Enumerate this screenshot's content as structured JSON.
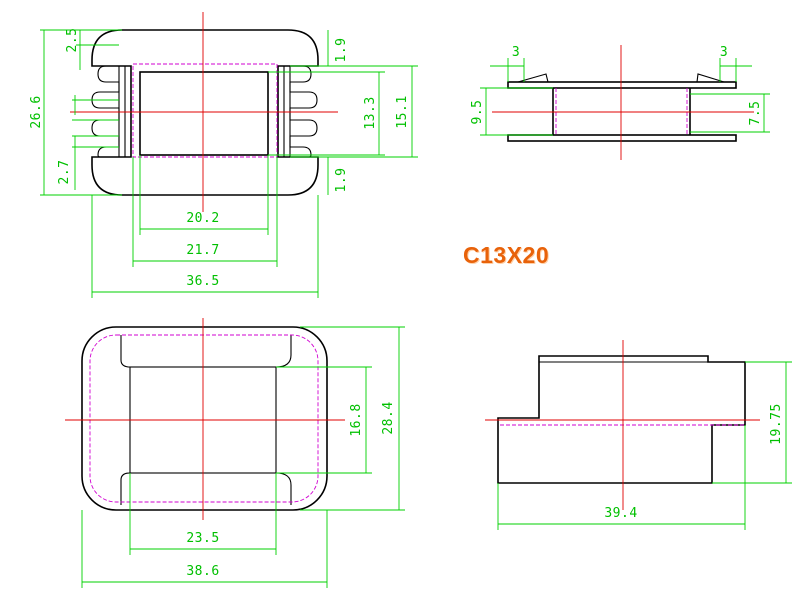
{
  "title": "C13X20",
  "colors": {
    "outline": "#000000",
    "centerline": "#e00000",
    "hidden_line": "#d100d1",
    "dimension": "#00c000",
    "title": "#e8620a"
  },
  "views": {
    "top_left": {
      "dims": {
        "height_overall": "26.6",
        "top_gap": "2.5",
        "slot_gap": "2.7",
        "inner_width": "20.2",
        "mid_width": "21.7",
        "overall_width": "36.5",
        "pin_top": "1.9",
        "pin_bottom": "1.9",
        "window_height": "13.3",
        "flange_height": "15.1"
      }
    },
    "top_right": {
      "dims": {
        "lip_left": "3",
        "lip_right": "3",
        "bobbin_height": "9.5",
        "core_height": "7.5"
      }
    },
    "bottom_left": {
      "dims": {
        "inner_width": "23.5",
        "overall_width": "38.6",
        "inner_height": "16.8",
        "overall_height": "28.4"
      }
    },
    "bottom_right": {
      "dims": {
        "height": "19.75",
        "width": "39.4"
      }
    }
  }
}
